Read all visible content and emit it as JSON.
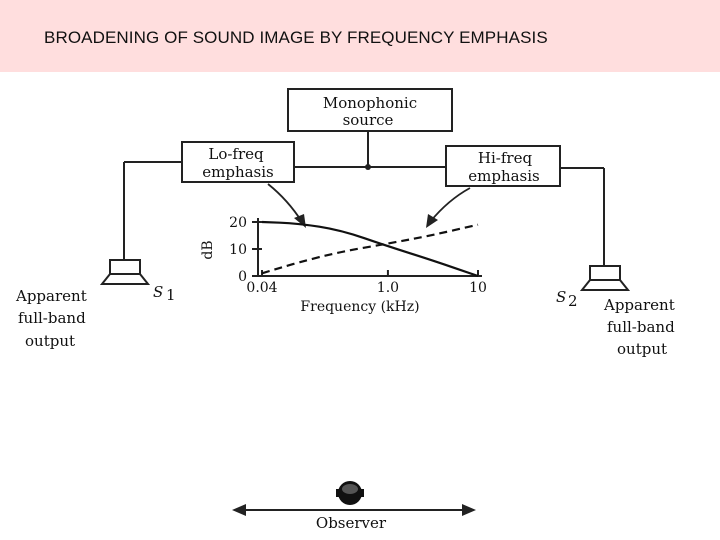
{
  "slide": {
    "title": "BROADENING OF SOUND IMAGE BY FREQUENCY EMPHASIS",
    "title_bar_color": "#ffdede"
  },
  "diagram": {
    "source_label_1": "Monophonic",
    "source_label_2": "source",
    "lo_label_1": "Lo-freq",
    "lo_label_2": "emphasis",
    "hi_label_1": "Hi-freq",
    "hi_label_2": "emphasis",
    "speaker_left": {
      "name": "S",
      "sub": "1",
      "caption": [
        "Apparent",
        "full-band",
        "output"
      ]
    },
    "speaker_right": {
      "name": "S",
      "sub": "2",
      "caption": [
        "Apparent",
        "full-band",
        "output"
      ]
    },
    "observer_label": "Observer"
  },
  "chart_data": {
    "type": "line",
    "ylabel": "dB",
    "xlabel": "Frequency (kHz)",
    "x_ticks": [
      "0.04",
      "1.0",
      "10"
    ],
    "y_ticks": [
      "0",
      "10",
      "20"
    ],
    "ylim": [
      0,
      20
    ],
    "x_scale": "log",
    "series": [
      {
        "style": "solid",
        "x": [
          0.04,
          0.1,
          0.3,
          1.0,
          3.0,
          10
        ],
        "y": [
          20,
          19.5,
          17,
          11,
          6,
          0
        ]
      },
      {
        "style": "dashed",
        "x": [
          0.04,
          0.1,
          0.3,
          1.0,
          3.0,
          10
        ],
        "y": [
          1,
          5,
          9,
          12,
          15,
          19
        ]
      }
    ]
  }
}
